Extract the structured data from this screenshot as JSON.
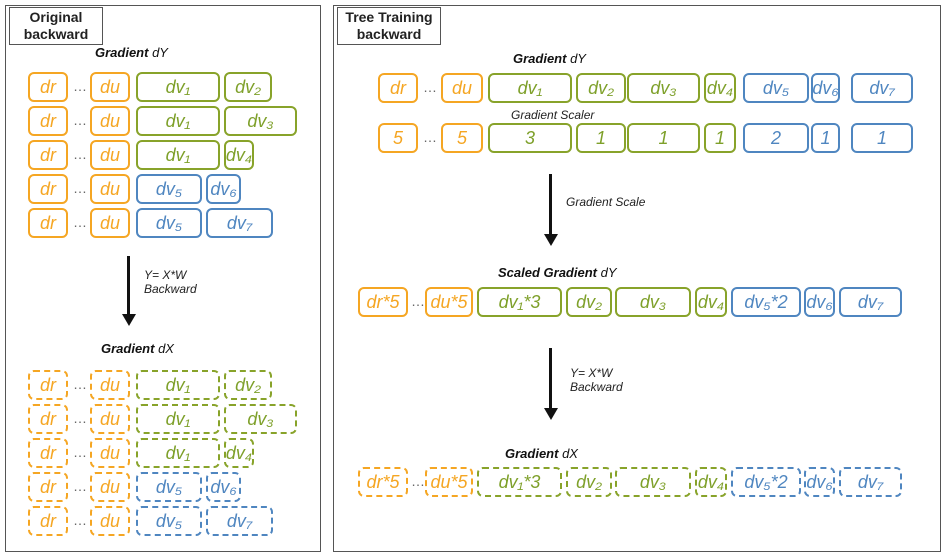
{
  "left_panel": {
    "title_line1": "Original",
    "title_line2": "backward",
    "input_heading": {
      "bold": "Gradient",
      "rest": " dY"
    },
    "op_line1": "Y= X*W",
    "op_line2": "Backward",
    "output_heading": {
      "bold": "Gradient",
      "rest": " dX"
    },
    "rows": [
      [
        "dr",
        "du",
        "dv₁",
        "dv₂"
      ],
      [
        "dr",
        "du",
        "dv₁",
        "dv₃"
      ],
      [
        "dr",
        "du",
        "dv₁",
        "dv₄"
      ],
      [
        "dr",
        "du",
        "dv₅",
        "dv₆"
      ],
      [
        "dr",
        "du",
        "dv₅",
        "dv₇"
      ]
    ]
  },
  "right_panel": {
    "title_line1": "Tree Training",
    "title_line2": "backward",
    "input_heading": {
      "bold": "Gradient",
      "rest": " dY"
    },
    "input_row": [
      "dr",
      "du",
      "dv₁",
      "dv₂",
      "dv₃",
      "dv₄",
      "dv₅",
      "dv₆",
      "dv₇"
    ],
    "scaler_label": "Gradient Scaler",
    "scaler_row": [
      "5",
      "5",
      "3",
      "1",
      "1",
      "1",
      "2",
      "1",
      "1"
    ],
    "scale_op": "Gradient Scale",
    "scaled_heading": {
      "bold": "Scaled Gradient",
      "rest": " dY"
    },
    "scaled_row": [
      "dr*5",
      "du*5",
      "dv₁*3",
      "dv₂",
      "dv₃",
      "dv₄",
      "dv₅*2",
      "dv₆",
      "dv₇"
    ],
    "op_line1": "Y= X*W",
    "op_line2": "Backward",
    "output_heading": {
      "bold": "Gradient",
      "rest": " dX"
    },
    "output_row": [
      "dr*5",
      "du*5",
      "dv₁*3",
      "dv₂",
      "dv₃",
      "dv₄",
      "dv₅*2",
      "dv₆",
      "dv₇"
    ]
  },
  "dots": "…",
  "colors": {
    "r": "#f5a623",
    "u": "#f5a623",
    "v_green": "#88a32a",
    "v_blue": "#4f86c0"
  }
}
